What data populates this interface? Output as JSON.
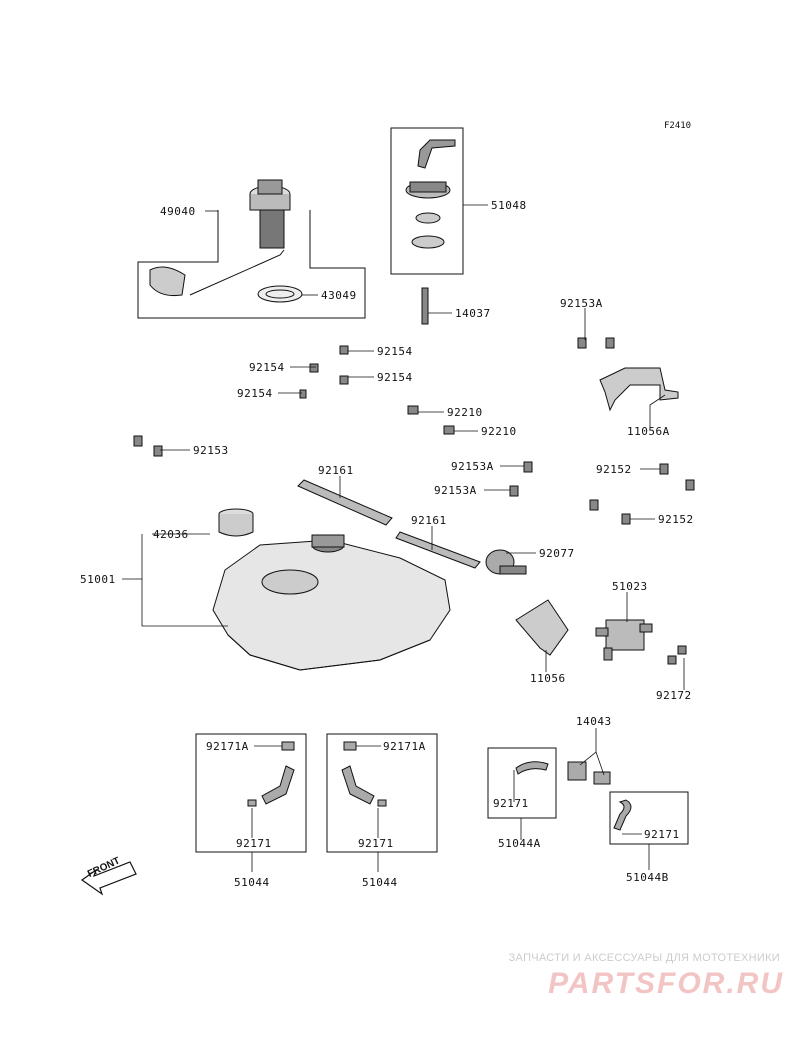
{
  "figure_id": "F2410",
  "front_label": "FRONT",
  "watermark": {
    "tagline": "ЗАПЧАСТИ И АКСЕССУАРЫ ДЛЯ МОТОТЕХНИКИ",
    "brand": "PARTSFOR.RU"
  },
  "parts": [
    "49040",
    "43049",
    "51048",
    "14037",
    "92153A",
    "92154",
    "92154",
    "92154",
    "92154",
    "92210",
    "92210",
    "92153",
    "11056A",
    "92161",
    "92161",
    "92153A",
    "92153A",
    "92152",
    "92152",
    "42036",
    "51001",
    "92077",
    "51023",
    "11056",
    "92172",
    "14043",
    "92171A",
    "92171",
    "51044",
    "92171A",
    "92171",
    "51044",
    "92171",
    "51044A",
    "92171",
    "51044B"
  ]
}
